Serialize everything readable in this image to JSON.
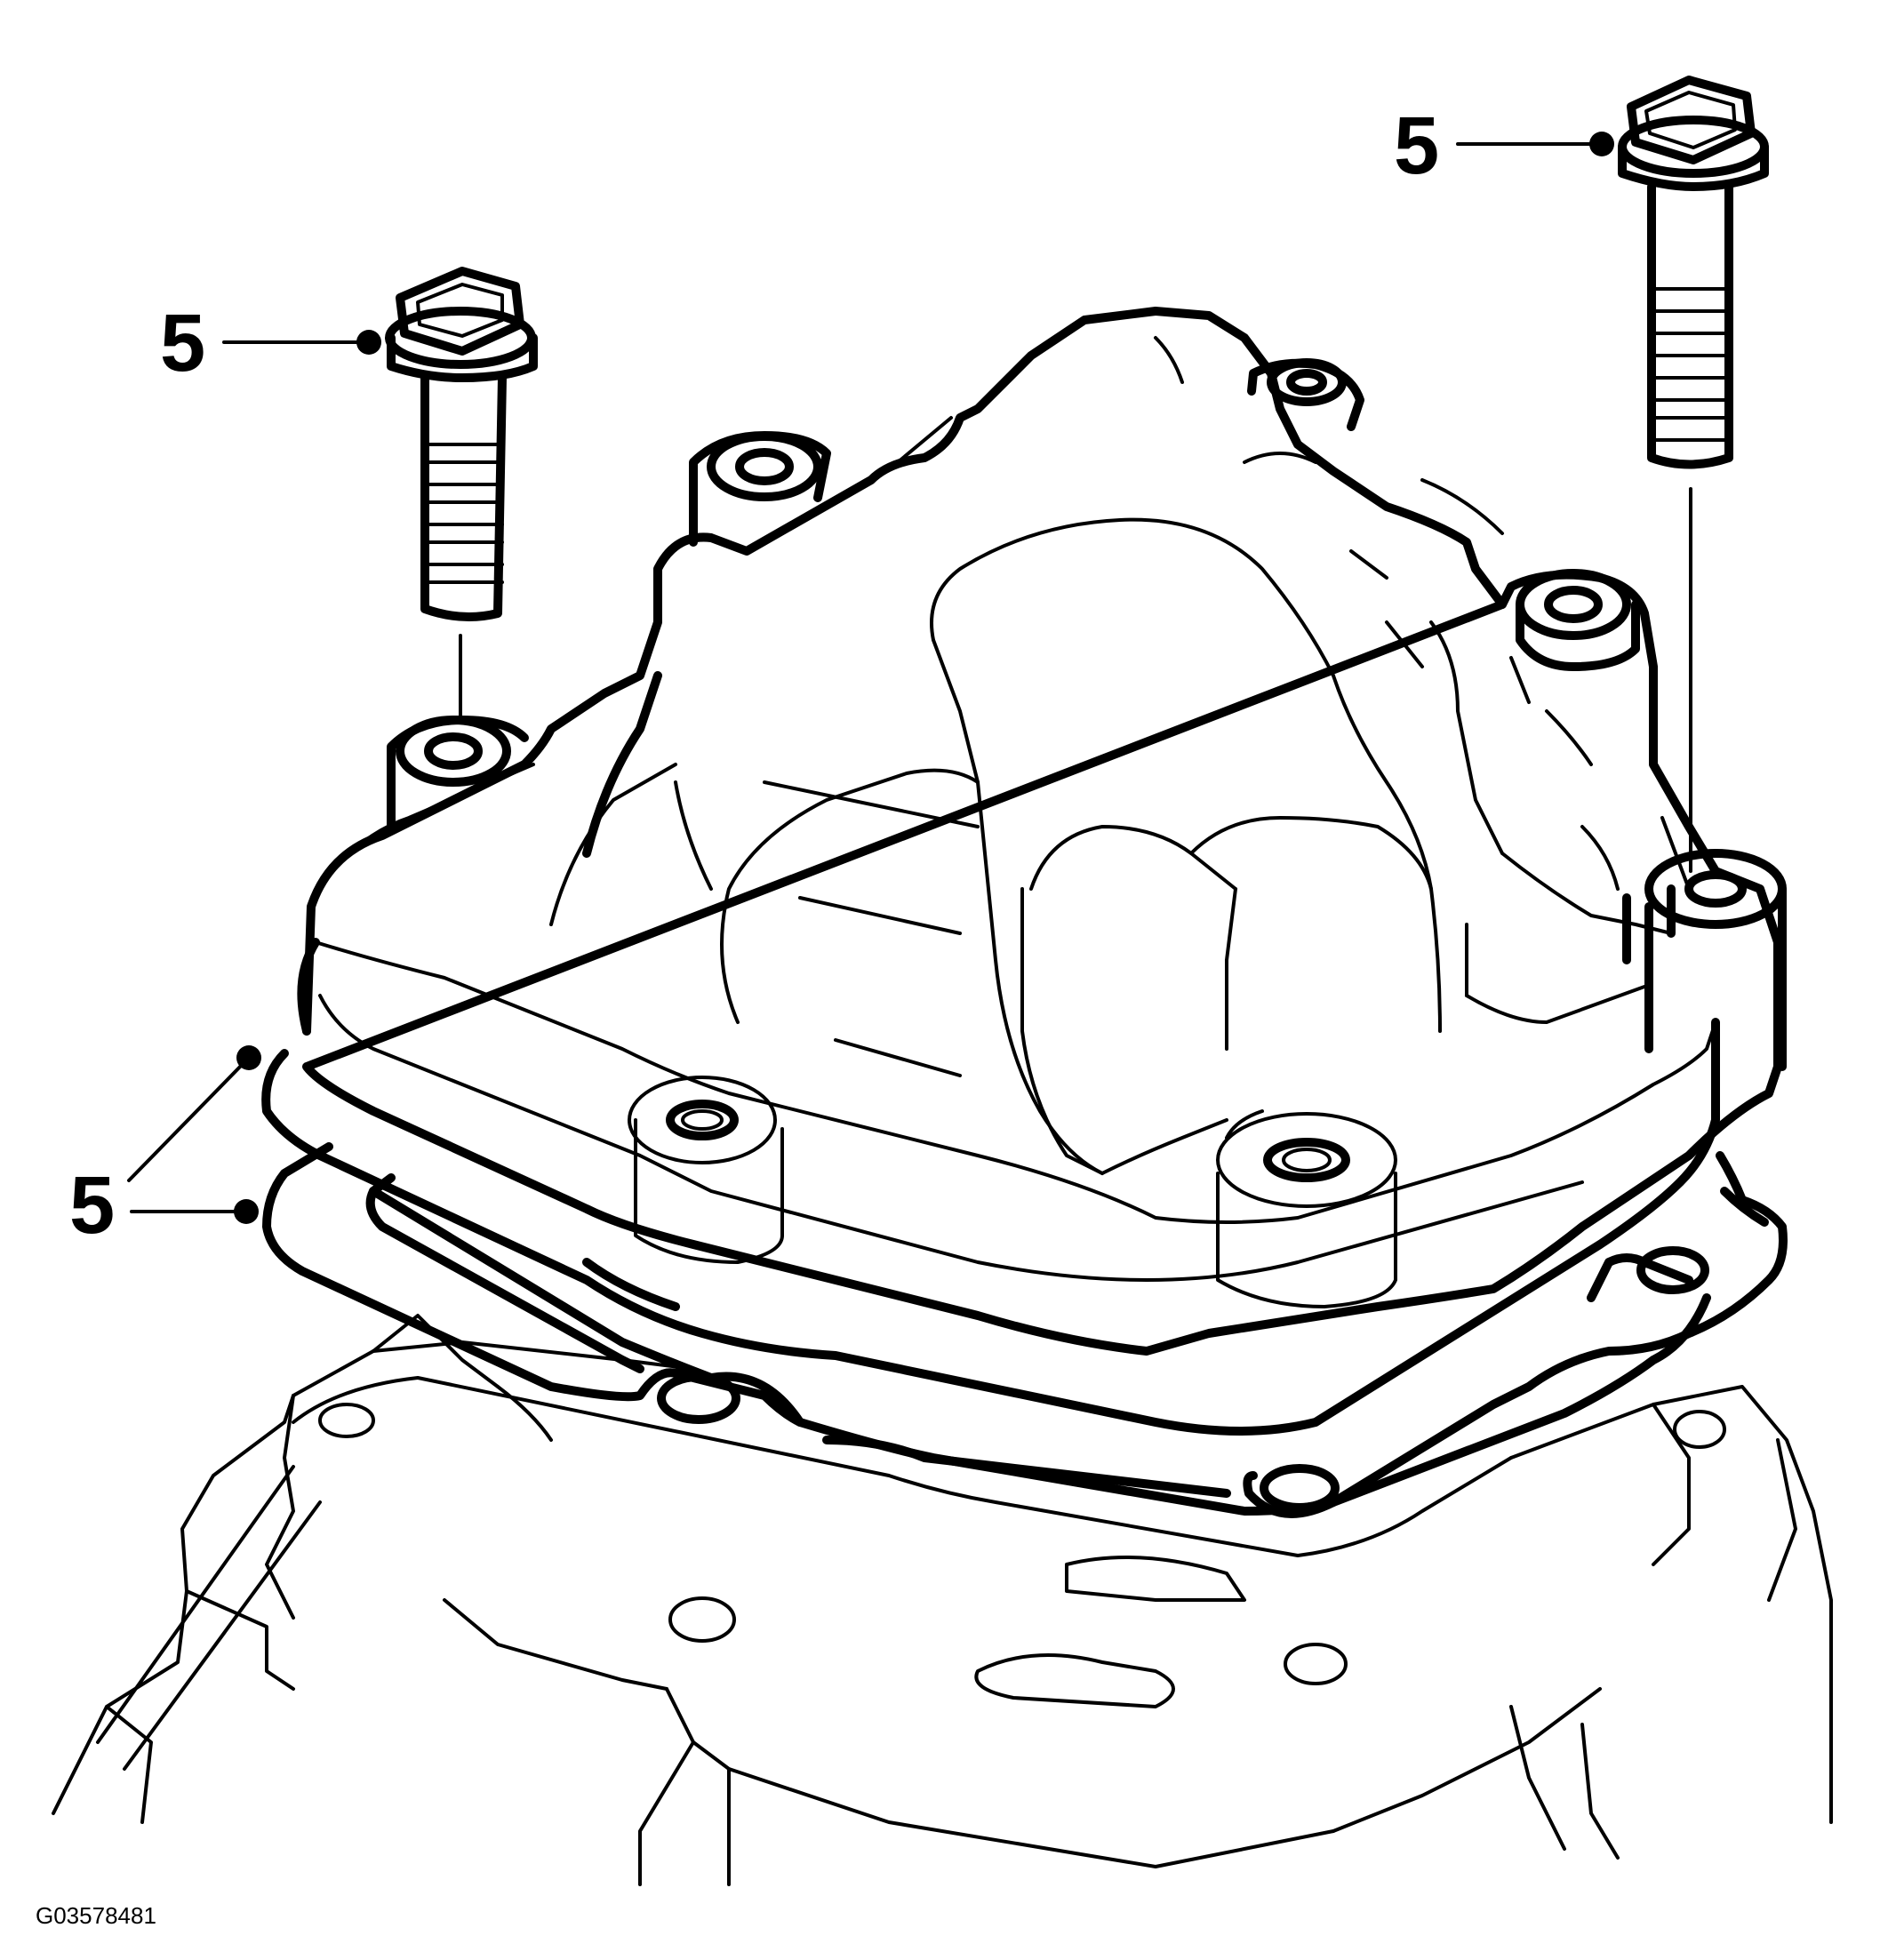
{
  "callouts": {
    "top_left_bolt": "5",
    "top_right_bolt": "5",
    "gaskets": "5"
  },
  "figure_id": "G03578481",
  "colors": {
    "line": "#000000",
    "background": "#ffffff"
  }
}
